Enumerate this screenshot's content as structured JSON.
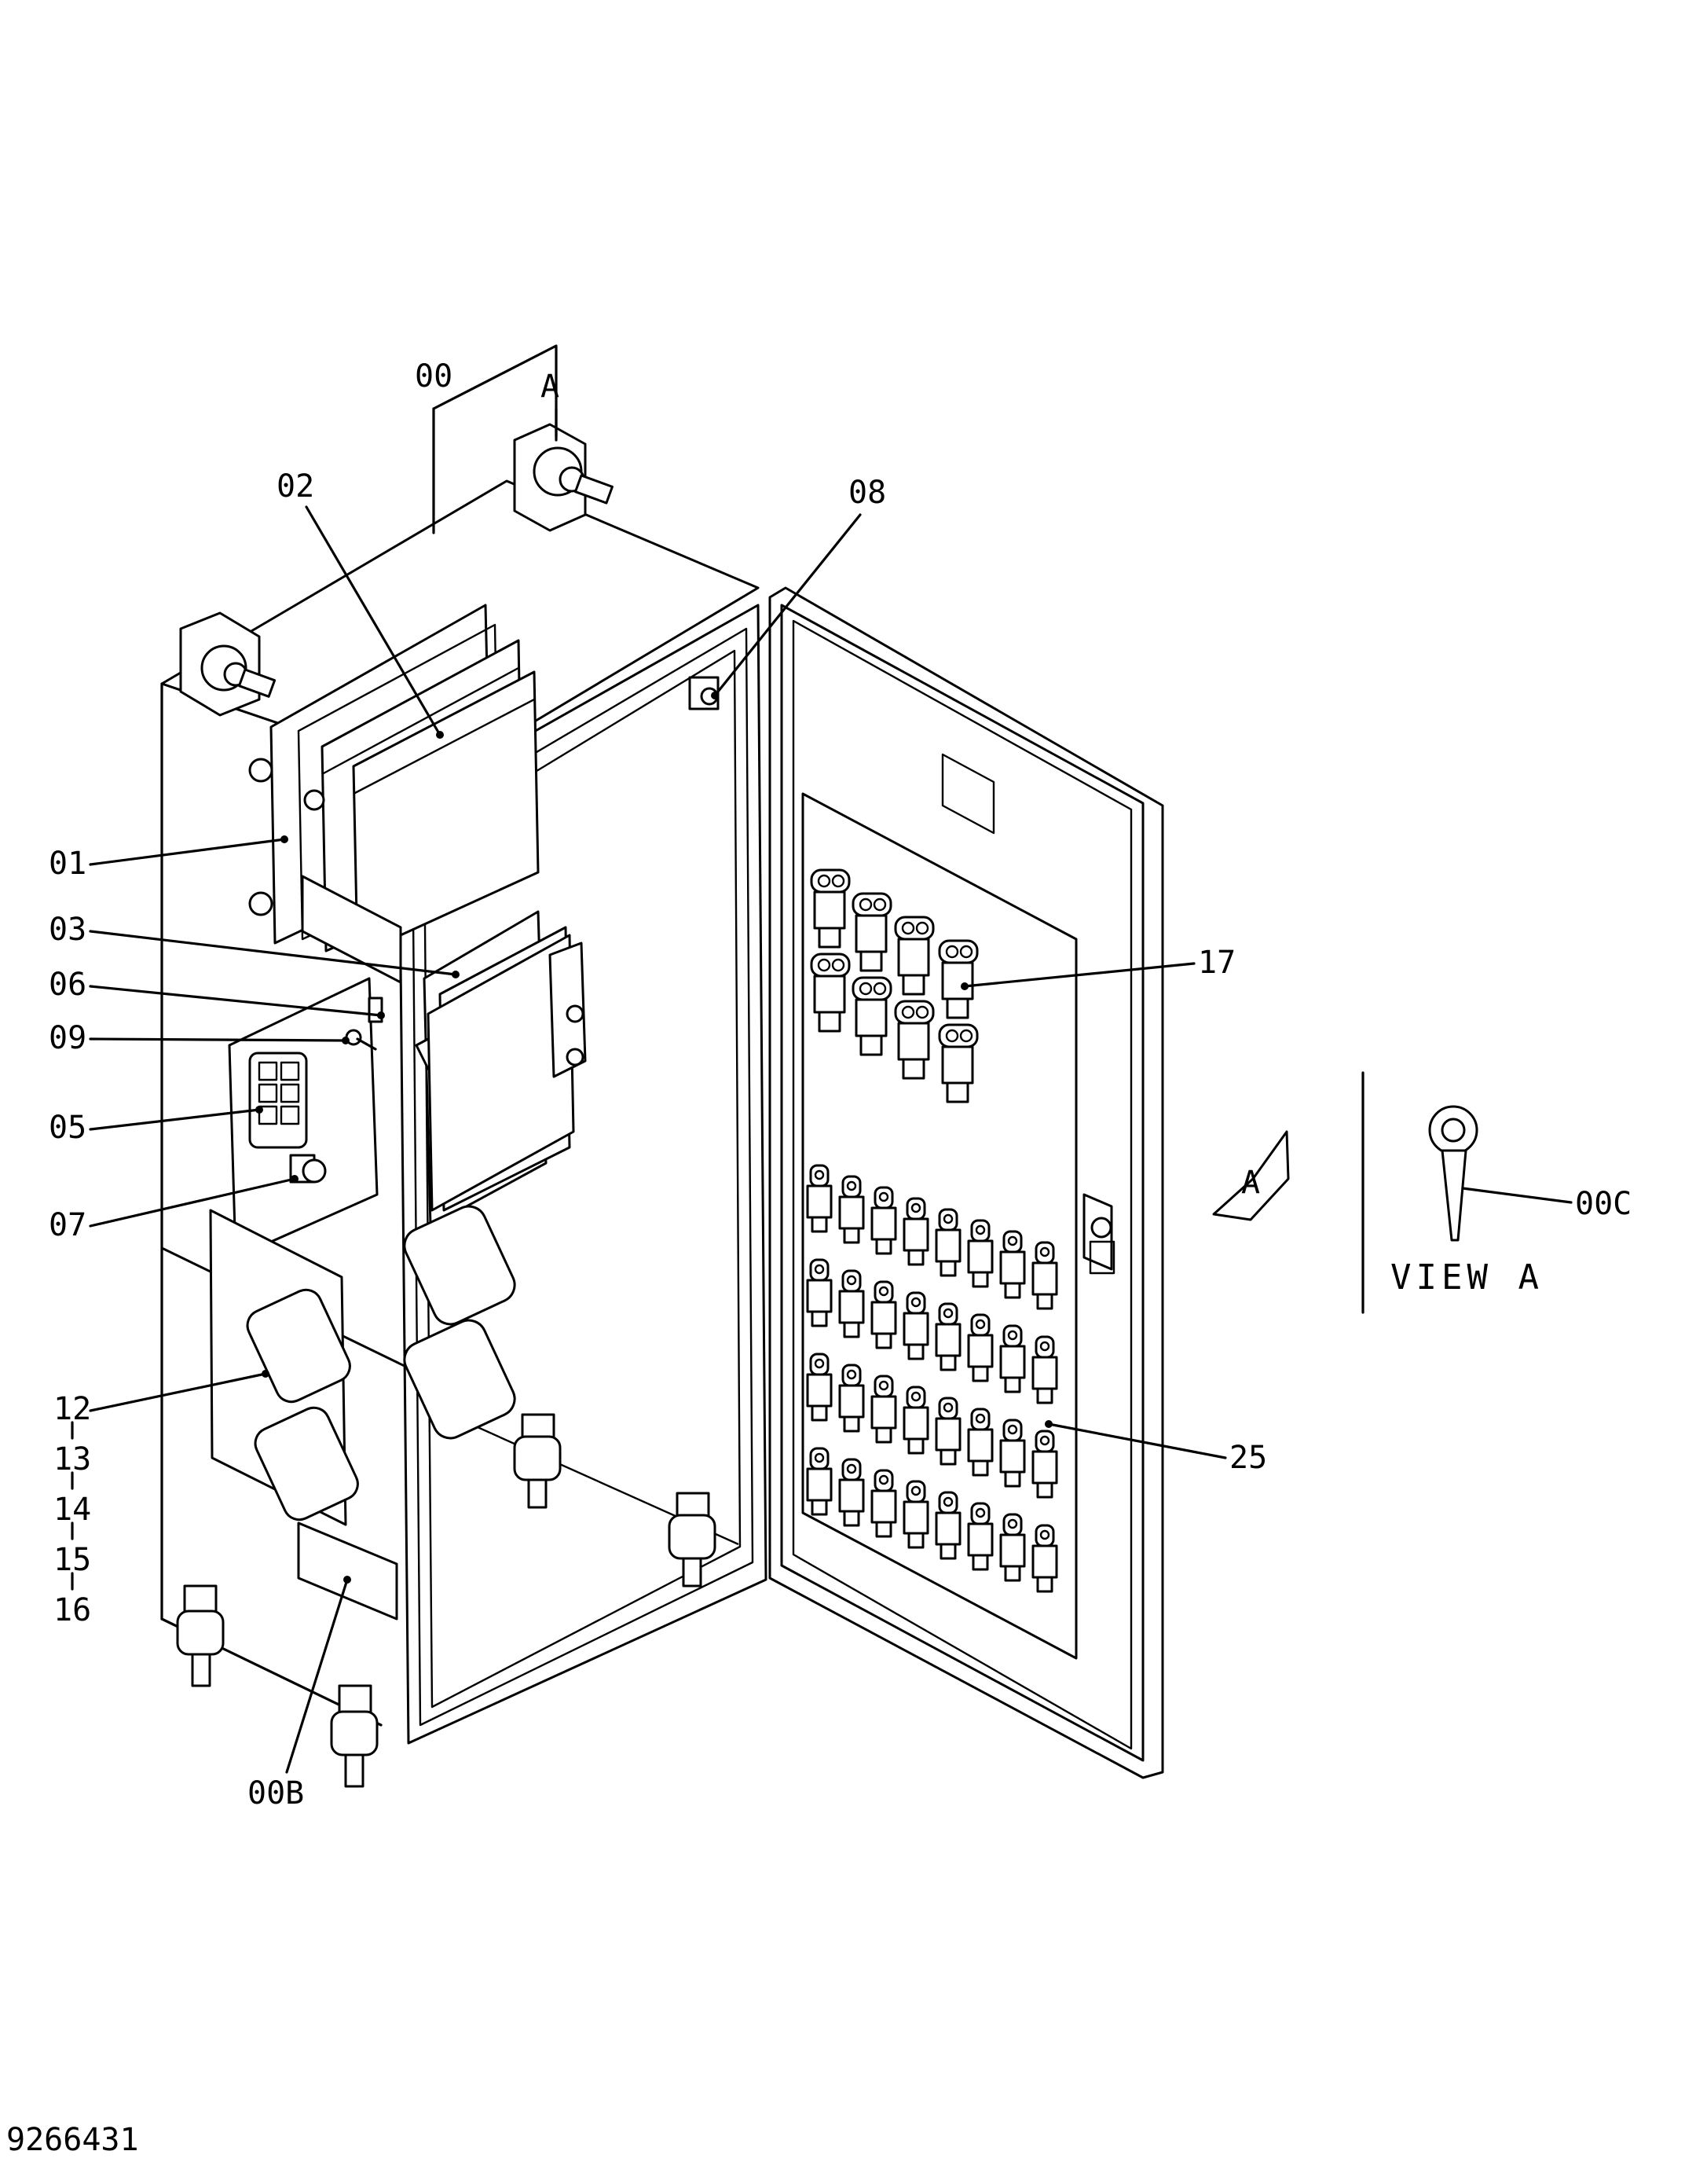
{
  "diagram": {
    "labels": {
      "l00": "00",
      "lA": "A",
      "l02": "02",
      "l08": "08",
      "l01": "01",
      "l03": "03",
      "l06": "06",
      "l09": "09",
      "l05": "05",
      "l07": "07",
      "l17": "17",
      "l25": "25",
      "l12": "12",
      "l13": "13",
      "l14": "14",
      "l15": "15",
      "l16": "16",
      "l00B": "00B",
      "l00C": "00C",
      "arrowA": "A",
      "viewA": "VIEW A",
      "figno": "9266431"
    }
  }
}
